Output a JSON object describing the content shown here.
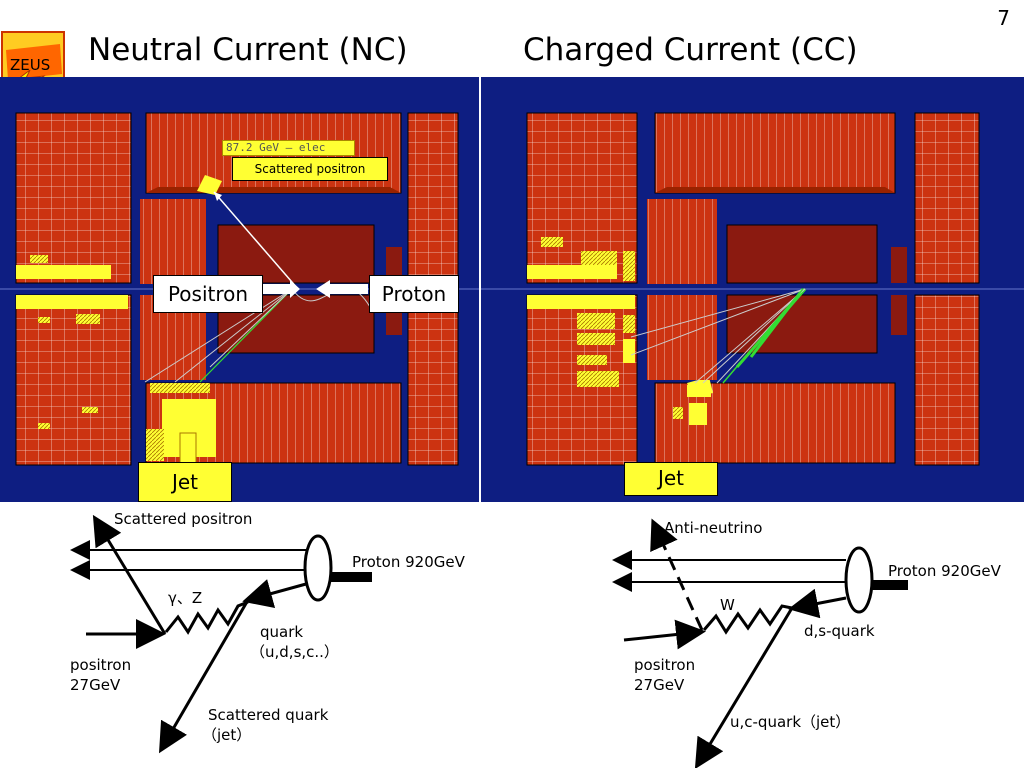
{
  "slide": {
    "page_number": "7"
  },
  "logo": {
    "text": "ZEUS"
  },
  "titles": {
    "nc": "Neutral Current (NC)",
    "cc": "Charged Current (CC)"
  },
  "nc_display": {
    "energy_label": "87.2 GeV — elec",
    "scattered_label": "Scattered positron",
    "positron_label": "Positron",
    "proton_label": "Proton",
    "jet_label": "Jet"
  },
  "cc_display": {
    "jet_label": "Jet"
  },
  "nc_diagram": {
    "scattered_positron": "Scattered positron",
    "proton": "Proton 920GeV",
    "boson": "γ、Z",
    "quark": "quark",
    "quark_types": "（u,d,s,c..）",
    "positron": "positron",
    "positron_energy": "27GeV",
    "scattered_quark": "Scattered quark",
    "jet": "（jet）"
  },
  "cc_diagram": {
    "antineutrino": "Anti-neutrino",
    "proton": "Proton 920GeV",
    "boson": "W",
    "quark": "d,s-quark",
    "positron": "positron",
    "positron_energy": "27GeV",
    "outgoing_quark": "u,c-quark（jet）"
  },
  "colors": {
    "background": "#0e1e82",
    "calorimeter": "#cc3311",
    "deposit": "#ffff33",
    "track": "#dddddd",
    "track_green": "#33dd33"
  }
}
